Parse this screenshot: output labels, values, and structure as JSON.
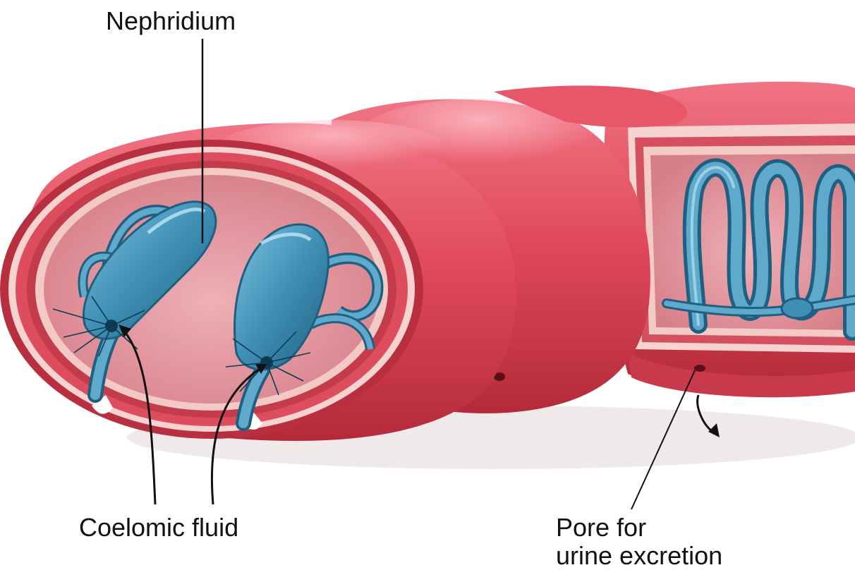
{
  "diagram": {
    "labels": {
      "nephridium": "Nephridium",
      "coelomic_fluid": "Coelomic fluid",
      "pore_line1": "Pore for",
      "pore_line2": "urine excretion"
    },
    "colors": {
      "body_red": "#e04a5a",
      "body_red_dark": "#b42a3a",
      "interior_pink": "#e69aa2",
      "nephridium_blue": "#3f8fb5",
      "nephridium_blue_dark": "#1f5f80",
      "line_color": "#111111"
    }
  }
}
